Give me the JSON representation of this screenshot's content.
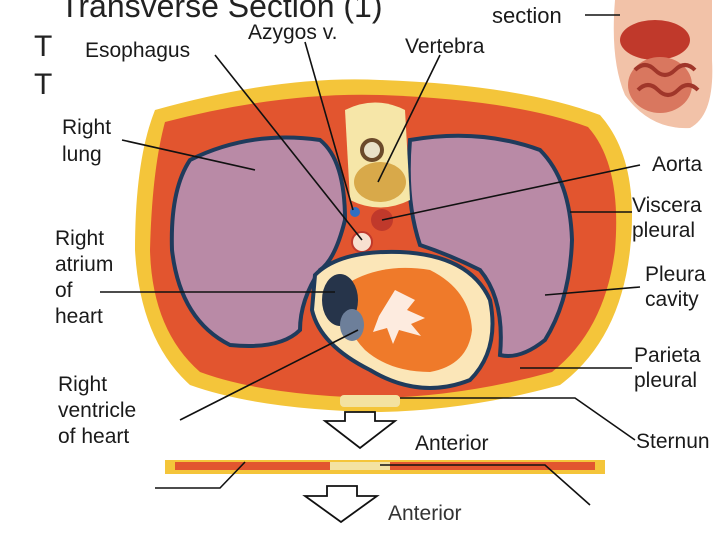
{
  "header": {
    "title": "Transverse Section (1)",
    "inset_label": "section",
    "side_letters": [
      "T",
      "T"
    ]
  },
  "labels": {
    "esophagus": "Esophagus",
    "azygos": "Azygos v.",
    "vertebra": "Vertebra",
    "right_lung": "Right\nlung",
    "aorta": "Aorta",
    "visceral_pleura": "Viscera\npleural",
    "right_atrium": "Right\natrium\nof\nheart",
    "pleural_cavity": "Pleura\ncavity",
    "parietal_pleura": "Parieta\npleural",
    "right_ventricle": "Right\nventricle\nof heart",
    "sternum": "Sternun",
    "anterior_upper": "Anterior",
    "anterior_lower": "Anterior"
  },
  "colors": {
    "skin": "#f4c53a",
    "muscle": "#e2552f",
    "lung": "#b98aa6",
    "pleura": "#1f3b5c",
    "heart": "#ef7a2a",
    "ink": "#1a1a1a"
  }
}
